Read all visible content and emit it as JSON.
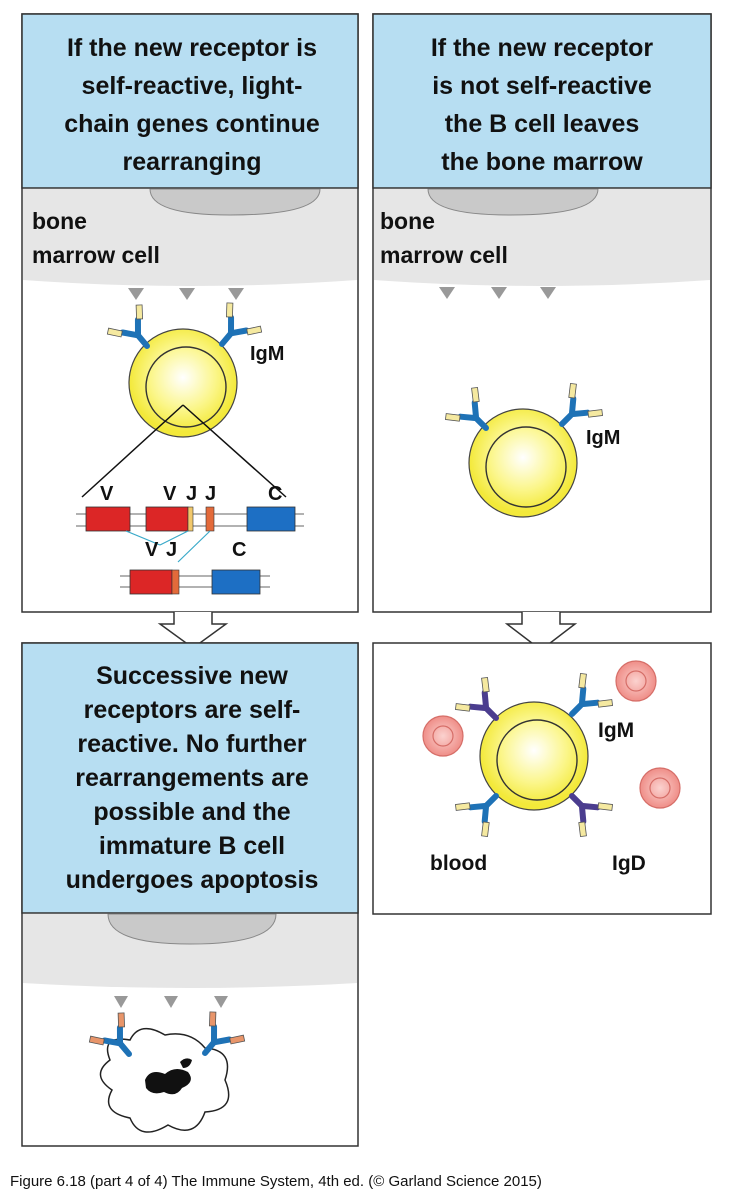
{
  "panels": {
    "top_left": {
      "header": [
        "If the new receptor is",
        "self-reactive, light-",
        "chain genes continue",
        "rearranging"
      ],
      "cell_label": [
        "bone",
        "marrow cell"
      ],
      "antibody_label": "IgM",
      "gene_labels_top": [
        "V",
        "V",
        "J",
        "J",
        "C"
      ],
      "gene_labels_bottom": [
        "V",
        "J",
        "C"
      ]
    },
    "top_right": {
      "header": [
        "If the new receptor",
        "is not self-reactive",
        "the B cell leaves",
        "the bone marrow"
      ],
      "cell_label": [
        "bone",
        "marrow cell"
      ],
      "antibody_label": "IgM"
    },
    "bottom_left": {
      "header": [
        "Successive new",
        "receptors are self-",
        "reactive. No further",
        "rearrangements are",
        "possible and the",
        "immature B cell",
        "undergoes apoptosis"
      ]
    },
    "bottom_right": {
      "label_igm": "IgM",
      "label_blood": "blood",
      "label_igd": "IgD"
    }
  },
  "caption": "Figure 6.18 (part 4 of 4)  The Immune System, 4th ed. (© Garland Science 2015)",
  "colors": {
    "header_fill": "#b7def2",
    "bone_marrow": "#e6e6e6",
    "b_cell": "#f6ef48",
    "antibody_heavy": "#1e72b6",
    "antibody_light": "#f5e9a0",
    "igd_heavy": "#4b3d8f",
    "v_segment": "#dc2626",
    "c_segment": "#1d6fc4",
    "j_segment": "#f1c86b",
    "red_cell": "#f29a94"
  }
}
